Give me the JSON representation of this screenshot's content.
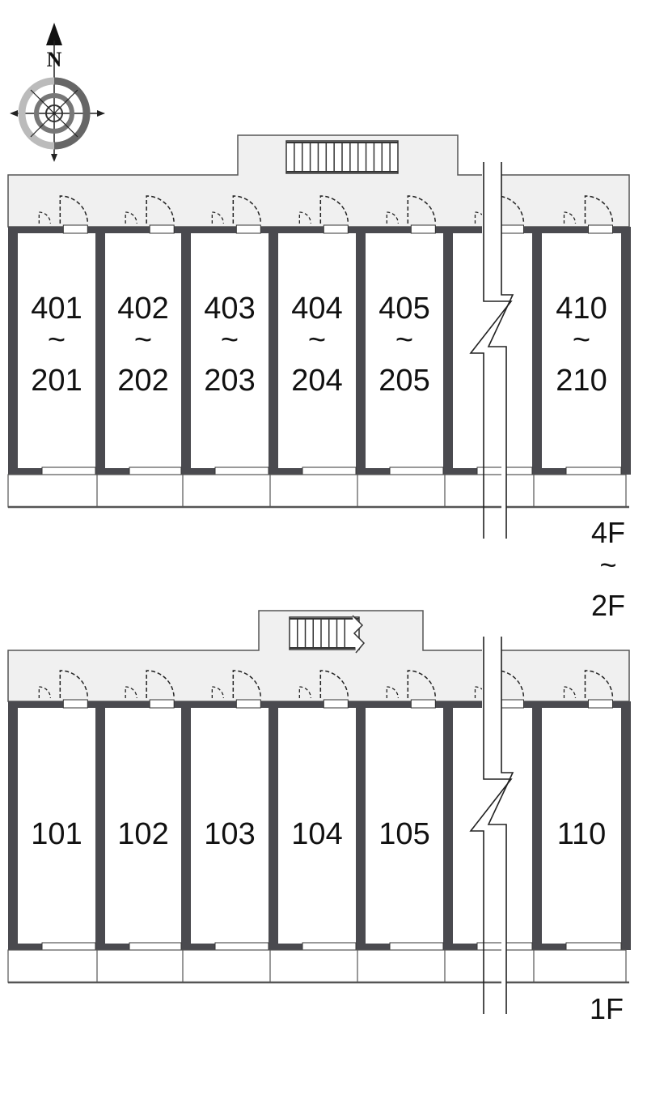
{
  "compass": {
    "letter": "N"
  },
  "floors": [
    {
      "id": "upper",
      "label_top": "4F",
      "label_tilde": "~",
      "label_bottom": "2F",
      "units": [
        {
          "top": "401",
          "tilde": "~",
          "bottom": "201"
        },
        {
          "top": "402",
          "tilde": "~",
          "bottom": "202"
        },
        {
          "top": "403",
          "tilde": "~",
          "bottom": "203"
        },
        {
          "top": "404",
          "tilde": "~",
          "bottom": "204"
        },
        {
          "top": "405",
          "tilde": "~",
          "bottom": "205"
        },
        {
          "top": "",
          "tilde": "",
          "bottom": ""
        },
        {
          "top": "410",
          "tilde": "~",
          "bottom": "210"
        }
      ]
    },
    {
      "id": "ground",
      "label_top": "1F",
      "units": [
        {
          "label": "101"
        },
        {
          "label": "102"
        },
        {
          "label": "103"
        },
        {
          "label": "104"
        },
        {
          "label": "105"
        },
        {
          "label": ""
        },
        {
          "label": "110"
        }
      ]
    }
  ],
  "colors": {
    "corridor": "#f0f0f0",
    "wall": "#4a4a4f",
    "line": "#555555",
    "background": "#ffffff"
  }
}
